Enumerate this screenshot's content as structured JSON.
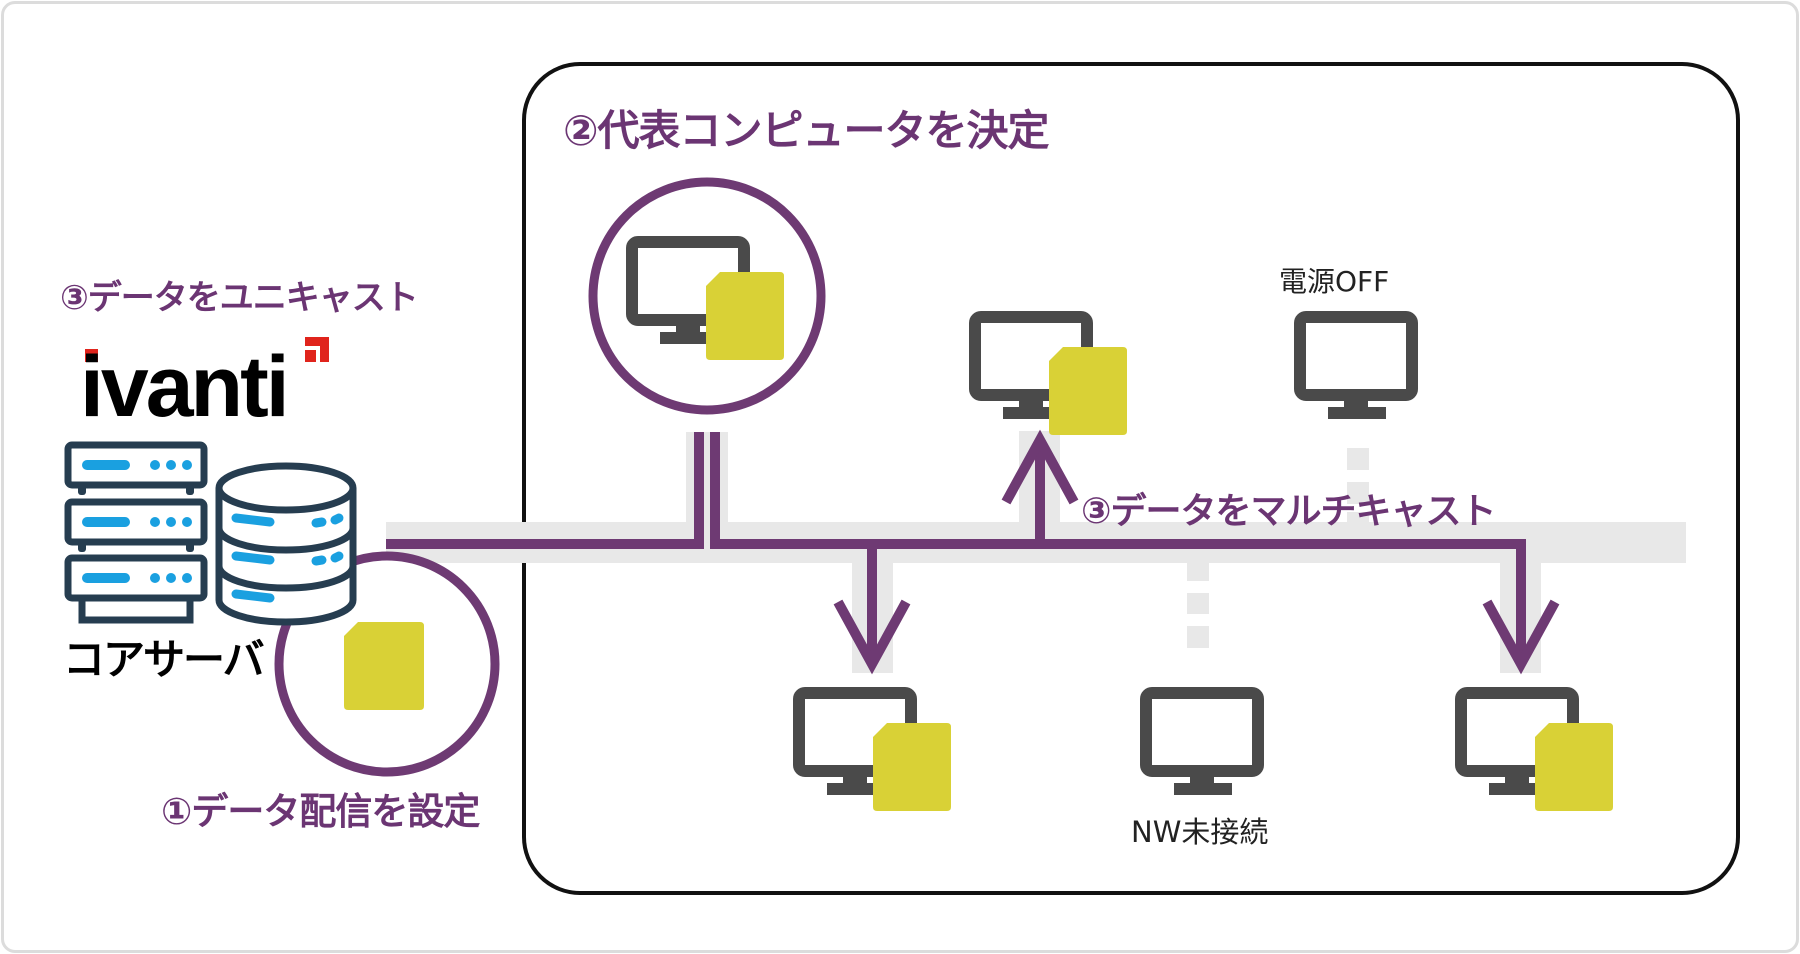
{
  "colors": {
    "accent_purple": "#6e3a73",
    "doc_yellow": "#d9d136",
    "monitor_gray": "#4a4a4a",
    "server_navy": "#263d50",
    "server_blue": "#1aa0e0",
    "band_gray": "#e8e8e8",
    "logo_red": "#e0241c"
  },
  "core": {
    "logo_text": "ivanti",
    "server_label": "コアサーバ"
  },
  "steps": {
    "step1": "①データ配信を設定",
    "step2": "②代表コンピュータを決定",
    "step3_unicast": "③データをユニキャスト",
    "step3_multicast": "③データをマルチキャスト"
  },
  "nodes": [
    {
      "id": "representative",
      "has_data": true,
      "status": ""
    },
    {
      "id": "top-middle",
      "has_data": true,
      "status": ""
    },
    {
      "id": "top-right",
      "has_data": false,
      "status": "電源OFF"
    },
    {
      "id": "bottom-left",
      "has_data": true,
      "status": ""
    },
    {
      "id": "bottom-middle",
      "has_data": false,
      "status": "NW未接続"
    },
    {
      "id": "bottom-right",
      "has_data": true,
      "status": ""
    }
  ]
}
